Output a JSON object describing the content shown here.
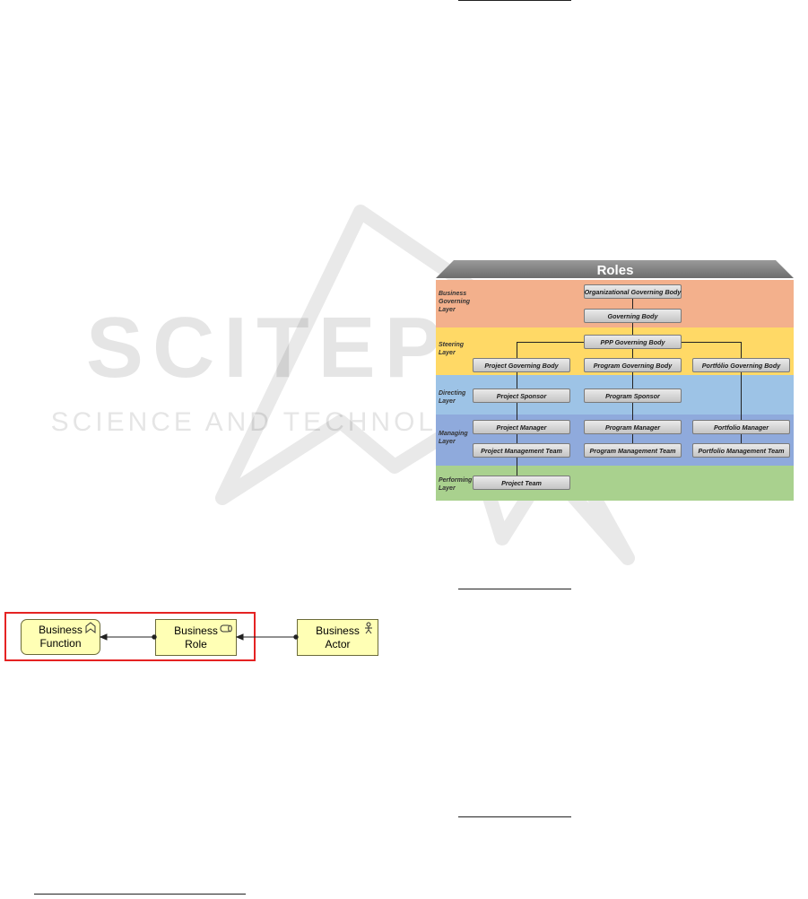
{
  "watermark": {
    "title": "SCITEPRESS",
    "subtitle": "SCIENCE AND TECHNOLOGY PUBLICATIONS"
  },
  "archimate_figure": {
    "elements": [
      {
        "name": "business-function",
        "label": "Business\nFunction",
        "icon": "business-function-icon"
      },
      {
        "name": "business-role",
        "label": "Business\nRole",
        "icon": "business-role-icon"
      },
      {
        "name": "business-actor",
        "label": "Business\nActor",
        "icon": "business-actor-icon"
      }
    ],
    "highlight_color": "#e52323",
    "element_color": "#ffffb5"
  },
  "roles_figure": {
    "title": "Roles",
    "layers": [
      {
        "label": "Business\nGoverning\nLayer",
        "color": "#f3b08c"
      },
      {
        "label": "Steering\nLayer",
        "color": "#ffd966"
      },
      {
        "label": "Directing\nLayer",
        "color": "#9dc3e6"
      },
      {
        "label": "Managing\nLayer",
        "color": "#8faadc"
      },
      {
        "label": "Performing\nLayer",
        "color": "#a9d18e"
      }
    ],
    "boxes": {
      "org_governing_body": "Organizational Governing Body",
      "governing_body": "Governing Body",
      "ppp_governing_body": "PPP Governing Body",
      "project_governing_body": "Project Governing Body",
      "program_governing_body": "Program Governing Body",
      "portfolio_governing_body": "Portfólio Governing Body",
      "project_sponsor": "Project Sponsor",
      "program_sponsor": "Program Sponsor",
      "project_manager": "Project Manager",
      "program_manager": "Program Manager",
      "portfolio_manager": "Portfolio Manager",
      "project_management_team": "Project Management Team",
      "program_management_team": "Program Management Team",
      "portfolio_management_team": "Portfolio Management Team",
      "project_team": "Project Team"
    }
  }
}
